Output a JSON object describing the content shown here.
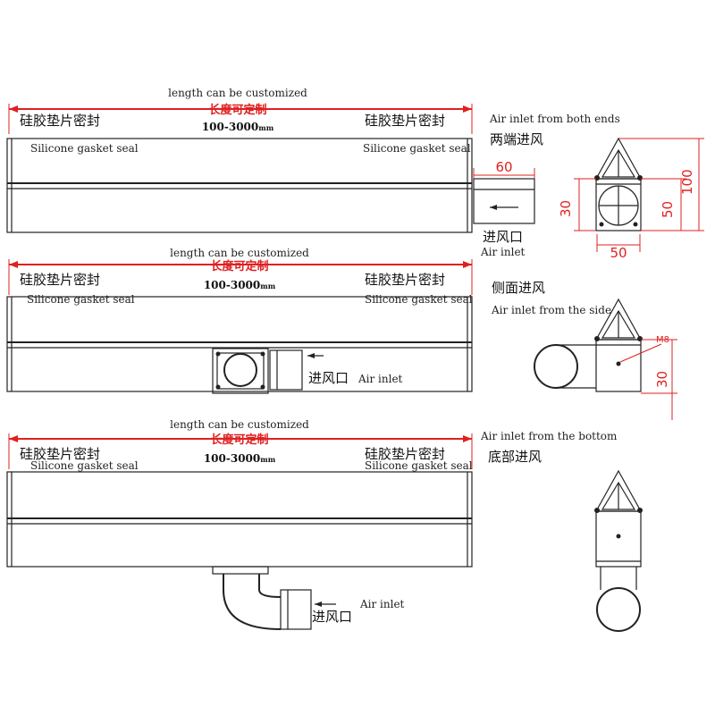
{
  "labels": {
    "length_en": "length can be customized",
    "length_cn": "长度可定制",
    "range": "100-3000",
    "range_unit": "mm",
    "gasket_cn": "硅胶垫片密封",
    "gasket_en": "Silicone gasket seal",
    "air_inlet_cn": "进风口",
    "air_inlet_en": "Air inlet",
    "both_ends_en": "Air inlet from both ends",
    "both_ends_cn": "两端进风",
    "side_cn": "侧面进风",
    "side_en": "Air inlet from the side",
    "bottom_en": "Air inlet from the bottom",
    "bottom_cn": "底部进风"
  },
  "dimensions": {
    "inlet_length": "60",
    "height_total": "100",
    "height_inner": "50",
    "inlet_dia": "30",
    "width": "50",
    "bolt": "M8",
    "side_dia": "30"
  },
  "colors": {
    "line": "#222222",
    "dimension": "#e02020"
  }
}
